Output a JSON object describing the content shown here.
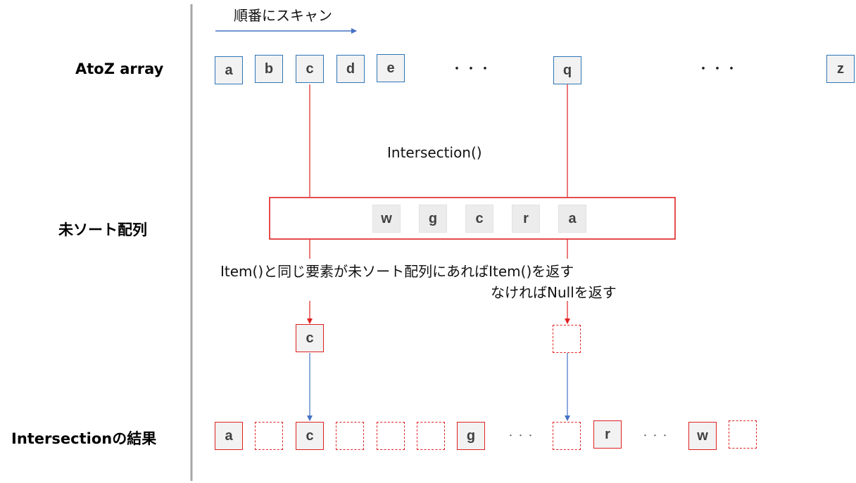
{
  "labels": {
    "atoz": "AtoZ array",
    "unsorted": "未ソート配列",
    "result": "Intersectionの結果"
  },
  "scan_label": "順番にスキャン",
  "intersection_label": "Intersection()",
  "rule_line1": "Item()と同じ要素が未ソート配列にあればItem()を返す",
  "rule_line2": "なければNullを返す",
  "atoz_array": [
    "a",
    "b",
    "c",
    "d",
    "e",
    "q",
    "z"
  ],
  "atoz_ellipsis": "・・・",
  "unsorted_array": [
    "w",
    "g",
    "c",
    "r",
    "a"
  ],
  "mid_result": [
    "c",
    ""
  ],
  "result_array": [
    "a",
    "",
    "c",
    "",
    "",
    "",
    "g",
    "r",
    "w",
    ""
  ],
  "result_ellipsis": "・・・",
  "colors": {
    "blue": "#2e75b6",
    "red": "#e02020",
    "box_fill": "#f2f2f2",
    "divider": "#a6a6a6"
  }
}
